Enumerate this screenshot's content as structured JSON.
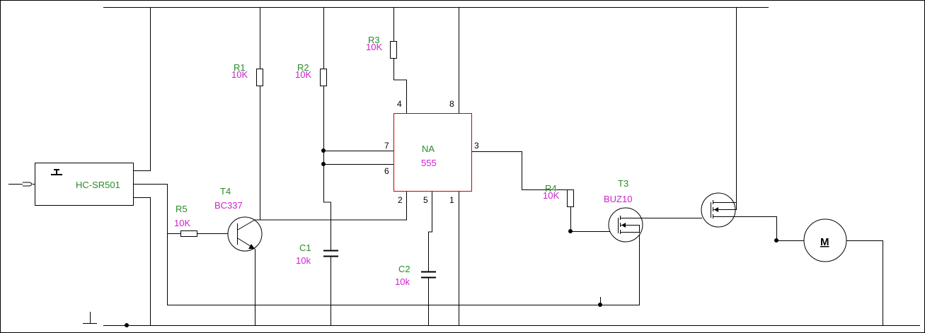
{
  "sensor": {
    "label": "HC-SR501"
  },
  "ic": {
    "name": "NA",
    "value": "555",
    "pins": {
      "p1": "1",
      "p2": "2",
      "p3": "3",
      "p4": "4",
      "p5": "5",
      "p6": "6",
      "p7": "7",
      "p8": "8"
    }
  },
  "r1": {
    "name": "R1",
    "value": "10K"
  },
  "r2": {
    "name": "R2",
    "value": "10K"
  },
  "r3": {
    "name": "R3",
    "value": "10K"
  },
  "r4": {
    "name": "R4",
    "value": "10K"
  },
  "r5": {
    "name": "R5",
    "value": "10K"
  },
  "c1": {
    "name": "C1",
    "value": "10k"
  },
  "c2": {
    "name": "C2",
    "value": "10k"
  },
  "t3": {
    "name": "T3",
    "value": "BUZ10"
  },
  "t4": {
    "name": "T4",
    "value": "BC337"
  },
  "motor": {
    "label": "M"
  }
}
